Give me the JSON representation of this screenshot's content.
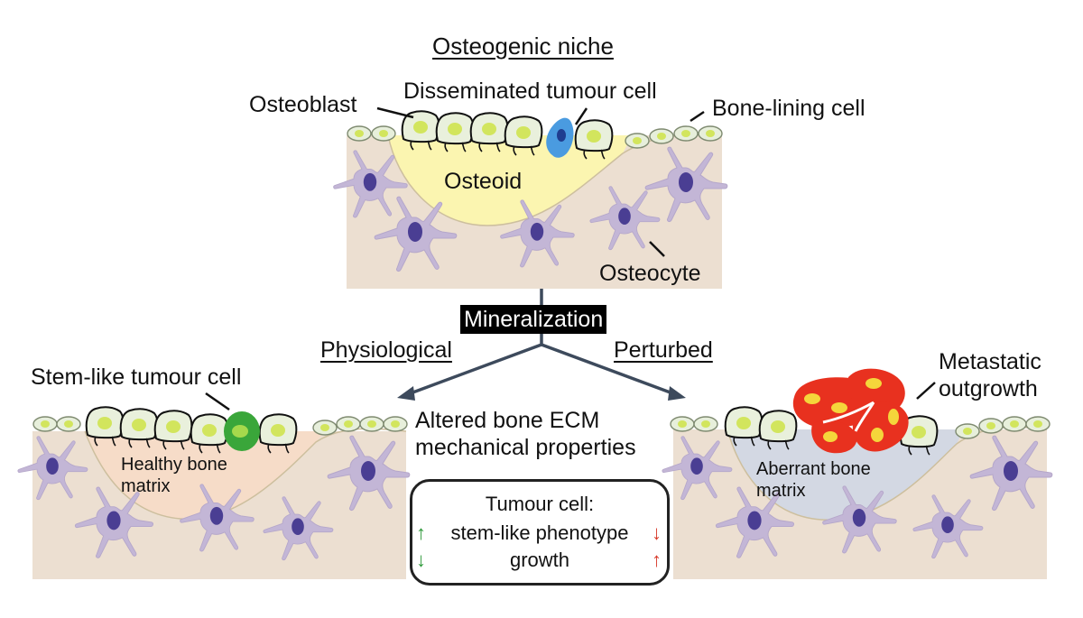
{
  "title": "Osteogenic niche",
  "labels": {
    "osteoblast": "Osteoblast",
    "dtc": "Disseminated tumour cell",
    "bone_lining": "Bone-lining cell",
    "osteoid": "Osteoid",
    "osteocyte": "Osteocyte",
    "mineralization": "Mineralization",
    "physiological": "Physiological",
    "perturbed": "Perturbed",
    "stem_like": "Stem-like tumour cell",
    "healthy_bone": "Healthy bone matrix",
    "altered_ecm": "Altered bone ECM mechanical properties",
    "metastatic": "Metastatic outgrowth",
    "aberrant_bone": "Aberrant bone matrix"
  },
  "outcome_box": {
    "header": "Tumour cell:",
    "row1": "stem-like phenotype",
    "row2": "growth",
    "up_glyph": "↑",
    "down_glyph": "↓"
  },
  "colors": {
    "bone": "#ecdfd1",
    "osteoid": "#fbf5b0",
    "healthy_matrix": "#f6dcc8",
    "aberrant_matrix": "#d3d8e3",
    "osteocyte": "#c3b6d6",
    "osteocyte_nucleus": "#4a3e93",
    "lining_cell": "#e7efdb",
    "cell_nucleus": "#d2e55d",
    "dtc": "#4a9be0",
    "stem_cell": "#3aa63a",
    "metastasis": "#e8311f",
    "arrow": "#3d4a5c",
    "green_arrow": "#2f9a3b",
    "red_arrow": "#d83a2a"
  }
}
